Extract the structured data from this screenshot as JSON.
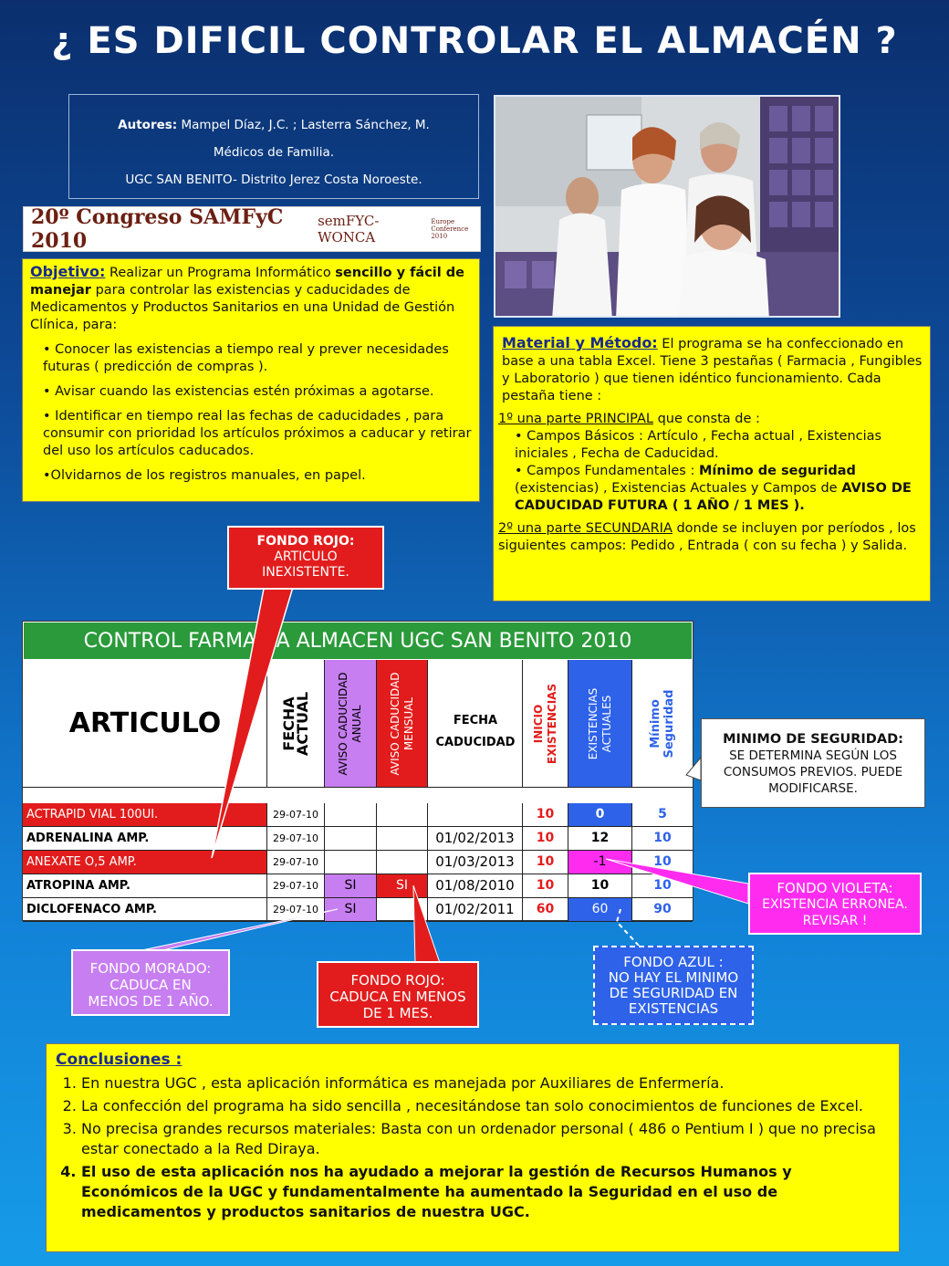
{
  "title": "¿ ES DIFICIL CONTROLAR EL ALMACÉN ?",
  "authors": {
    "label": "Autores:",
    "names": " Mampel Díaz, J.C. ; Lasterra Sánchez, M.",
    "role": "Médicos de Familia.",
    "center": "UGC SAN BENITO- Distrito Jerez Costa Noroeste."
  },
  "congress": {
    "main": "20º Congreso SAMFyC 2010",
    "sub": "semFYC-WONCA",
    "sub2a": "Europe",
    "sub2b": "Conference 2010"
  },
  "objetivo": {
    "heading": "Objetivo:",
    "t1": " Realizar un Programa Informático ",
    "t2": "sencillo y fácil de manejar",
    "t3": " para controlar las existencias y caducidades de Medicamentos y Productos Sanitarios en una Unidad de Gestión Clínica, para:",
    "b1": "• Conocer las existencias a tiempo real y prever necesidades futuras ( predicción de compras ).",
    "b2": "• Avisar cuando las existencias estén próximas a agotarse.",
    "b3": "• Identificar en tiempo real las fechas de caducidades , para consumir con prioridad los artículos próximos a caducar y retirar del uso los artículos caducados.",
    "b4": "•Olvidarnos de los registros manuales, en papel."
  },
  "material": {
    "heading": "Material y Método:",
    "intro": " El programa se ha confeccionado en base a una tabla Excel. Tiene 3 pestañas ( Farmacia , Fungibles y Laboratorio ) que tienen idéntico funcionamiento. Cada pestaña tiene :",
    "p1a": "1º una parte PRINCIPAL",
    "p1b": " que consta de :",
    "c1": "• Campos Básicos : Artículo , Fecha actual , Existencias iniciales , Fecha de Caducidad.",
    "c2a": "• Campos Fundamentales : ",
    "c2b": "Mínimo de seguridad",
    "c2c": " (existencias) , Existencias Actuales y Campos de ",
    "c2d": "AVISO DE CADUCIDAD FUTURA ( 1 AÑO / 1 MES ).",
    "p2a": "2º una parte SECUNDARIA",
    "p2b": " donde se incluyen por períodos , los siguientes campos: Pedido , Entrada ( con su fecha ) y Salida."
  },
  "table": {
    "title": "CONTROL FARMACIA ALMACEN UGC SAN BENITO 2010",
    "h_articulo": "ARTICULO",
    "h_fecha_actual": "FECHA\nACTUAL",
    "h_aviso_anual": "AVISO CADUCIDAD\nANUAL",
    "h_aviso_mensual": "AVISO CADUCIDAD\nMENSUAL",
    "h_fecha_caducidad": "FECHA\nCADUCIDAD",
    "h_inicio": "INICIO\nEXISTENCIAS",
    "h_existencias": "EXISTENCIAS\nACTUALES",
    "h_minimo": "Mínimo\nSeguridad",
    "rows": [
      {
        "articulo": "ACTRAPID VIAL 100UI.",
        "fecha": "29-07-10",
        "anual": "",
        "mensual": "",
        "caducidad": "",
        "inicio": "10",
        "actuales": "0",
        "minimo": "5"
      },
      {
        "articulo": "ADRENALINA AMP.",
        "fecha": "29-07-10",
        "anual": "",
        "mensual": "",
        "caducidad": "01/02/2013",
        "inicio": "10",
        "actuales": "12",
        "minimo": "10"
      },
      {
        "articulo": "ANEXATE O,5 AMP.",
        "fecha": "29-07-10",
        "anual": "",
        "mensual": "",
        "caducidad": "01/03/2013",
        "inicio": "10",
        "actuales": "-1",
        "minimo": "10"
      },
      {
        "articulo": "ATROPINA AMP.",
        "fecha": "29-07-10",
        "anual": "SI",
        "mensual": "SI",
        "caducidad": "01/08/2010",
        "inicio": "10",
        "actuales": "10",
        "minimo": "10"
      },
      {
        "articulo": "DICLOFENACO AMP.",
        "fecha": "29-07-10",
        "anual": "SI",
        "mensual": "",
        "caducidad": "01/02/2011",
        "inicio": "60",
        "actuales": "60",
        "minimo": "90"
      }
    ]
  },
  "callouts": {
    "rojo1_t": "FONDO ROJO:",
    "rojo1_b": "ARTICULO INEXISTENTE.",
    "minimo_t": "MINIMO DE SEGURIDAD:",
    "minimo_b": "SE DETERMINA SEGÚN LOS CONSUMOS PREVIOS. PUEDE MODIFICARSE.",
    "violeta_t": "FONDO VIOLETA:",
    "violeta_b": "EXISTENCIA ERRONEA. REVISAR !",
    "morado_t": "FONDO MORADO:",
    "morado_b": "CADUCA EN MENOS DE 1 AÑO.",
    "rojo2_t": "FONDO ROJO:",
    "rojo2_b": "CADUCA EN MENOS DE 1 MES.",
    "azul_t": "FONDO AZUL :",
    "azul_b": "NO HAY EL  MINIMO DE SEGURIDAD EN EXISTENCIAS"
  },
  "conclusiones": {
    "heading": "Conclusiones :",
    "items": [
      "En nuestra UGC , esta aplicación informática es manejada por Auxiliares de Enfermería.",
      "La confección del programa ha sido sencilla , necesitándose tan solo conocimientos de funciones de Excel.",
      "No precisa grandes recursos materiales: Basta con un ordenador personal ( 486 o Pentium I ) que no precisa estar conectado a la Red Diraya.",
      "El uso de esta aplicación nos ha ayudado a mejorar la gestión de Recursos Humanos y Económicos de la UGC y fundamentalmente ha aumentado la Seguridad en el uso de medicamentos y productos sanitarios de nuestra UGC."
    ]
  },
  "colors": {
    "yellow": "#ffff00",
    "red": "#e21c1c",
    "purple": "#c77ef0",
    "blue": "#2e62e8",
    "magenta": "#ff2cf0",
    "green": "#2a9a3a"
  }
}
